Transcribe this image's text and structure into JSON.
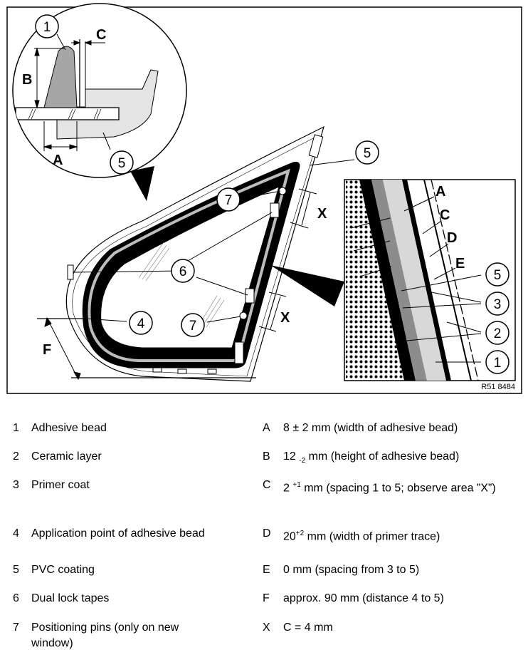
{
  "figure": {
    "ref": "R51 8484",
    "callouts": [
      "1",
      "2",
      "3",
      "4",
      "5",
      "6",
      "7"
    ],
    "dim_letters": [
      "A",
      "B",
      "C",
      "D",
      "E",
      "F",
      "X"
    ]
  },
  "legend_left": [
    {
      "num": "1",
      "text": "Adhesive bead"
    },
    {
      "num": "2",
      "text": "Ceramic layer"
    },
    {
      "num": "3",
      "text": "Primer coat"
    },
    {
      "num": "4",
      "text": "Application point of adhesive bead"
    },
    {
      "num": "5",
      "text": "PVC coating"
    },
    {
      "num": "6",
      "text": "Dual lock tapes"
    },
    {
      "num": "7",
      "text": "Positioning pins (only on new window)"
    }
  ],
  "legend_right": [
    {
      "letter": "A",
      "text": "8 ± 2 mm (width of adhesive bead)"
    },
    {
      "letter": "B",
      "pre": "12",
      "sub": "-2",
      "post": " mm (height of adhesive bead)"
    },
    {
      "letter": "C",
      "pre": "2",
      "sup": "+1",
      "post": " mm (spacing 1 to 5; observe area ”X”)"
    },
    {
      "letter": "D",
      "pre": "20",
      "sup": "+2",
      "post": " mm (width of primer trace)"
    },
    {
      "letter": "E",
      "text": "0 mm (spacing from 3 to 5)"
    },
    {
      "letter": "F",
      "text": "approx. 90 mm (distance 4 to 5)"
    },
    {
      "letter": "X",
      "text": "C = 4 mm"
    }
  ]
}
